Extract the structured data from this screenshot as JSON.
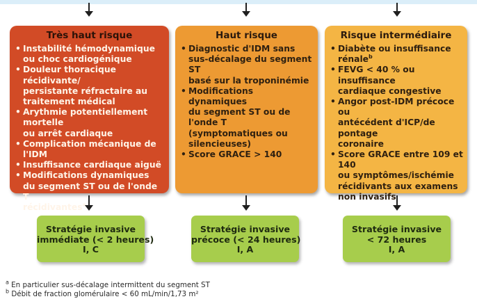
{
  "columns": [
    {
      "title": "Très haut risque",
      "color": "#d24b26",
      "items": [
        [
          "Instabilité hémodynamique",
          "ou choc cardiogénique"
        ],
        [
          "Douleur thoracique récidivante/",
          "persistante réfractaire au",
          "traitement médical"
        ],
        [
          "Arythmie potentiellement mortelle",
          "ou arrêt cardiaque"
        ],
        [
          "Complication mécanique de l'IDM"
        ],
        [
          "Insuffisance cardiaque aiguë"
        ],
        [
          "Modifications dynamiques",
          "du segment ST ou de l'onde T",
          "récidivantes"
        ]
      ],
      "item_bullet": "•",
      "last_item_sup": "a",
      "strategy": [
        "Stratégie invasive",
        "immédiate (< 2 heures)",
        "I, C"
      ]
    },
    {
      "title": "Haut risque",
      "color": "#ed9a33",
      "items": [
        [
          "Diagnostic d'IDM sans",
          "sus-décalage du segment ST",
          "basé sur la troponinémie"
        ],
        [
          "Modifications dynamiques",
          "du segment ST ou de l'onde T",
          "(symptomatiques ou",
          "silencieuses)"
        ],
        [
          "Score GRACE > 140"
        ]
      ],
      "item_bullet": "•",
      "strategy": [
        "Stratégie invasive",
        "précoce (< 24 heures)",
        "I, A"
      ]
    },
    {
      "title": "Risque intermédiaire",
      "color": "#f4b544",
      "items": [
        [
          "Diabète ou insuffisance rénale"
        ],
        [
          "FEVG < 40 % ou insuffisance",
          "cardiaque congestive"
        ],
        [
          "Angor post-IDM précoce ou",
          "antécédent d'ICP/de pontage",
          "coronaire"
        ],
        [
          "Score GRACE entre 109 et 140",
          "ou symptômes/ischémie",
          "récidivants aux examens",
          "non invasifs"
        ]
      ],
      "item_bullet": "•",
      "first_item_sup": "b",
      "strategy": [
        "Stratégie invasive",
        "< 72 heures",
        "I, A"
      ]
    }
  ],
  "footnotes": [
    {
      "mark": "a",
      "text": " En particulier sus-décalage intermittent du segment ST"
    },
    {
      "mark": "b",
      "text": " Débit de fraction glomérulaire < 60 mL/min/1,73 m²"
    }
  ],
  "colors": {
    "strategy_box": "#a7cd4c",
    "top_band": "#dbeef9",
    "arrow": "#1f1f1f"
  }
}
